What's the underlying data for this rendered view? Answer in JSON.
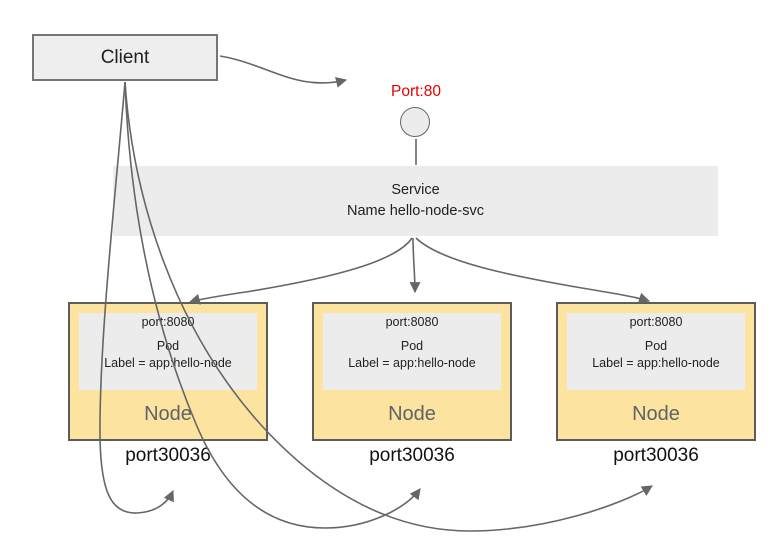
{
  "diagram": {
    "client": {
      "label": "Client"
    },
    "ingress": {
      "port_label": "Port:80"
    },
    "service": {
      "title": "Service",
      "name_line": "Name hello-node-svc"
    },
    "nodes": [
      {
        "pod_port": "port:8080",
        "pod_title": "Pod",
        "pod_label": "Label = app:hello-node",
        "node_label": "Node",
        "node_port": "port30036"
      },
      {
        "pod_port": "port:8080",
        "pod_title": "Pod",
        "pod_label": "Label = app:hello-node",
        "node_label": "Node",
        "node_port": "port30036"
      },
      {
        "pod_port": "port:8080",
        "pod_title": "Pod",
        "pod_label": "Label = app:hello-node",
        "node_label": "Node",
        "node_port": "port30036"
      }
    ],
    "colors": {
      "node_fill": "#fce4a0",
      "node_border": "#5c5c5c",
      "gray_fill": "#ececec",
      "client_fill": "#eeeeee",
      "client_border": "#757575",
      "line": "#666666",
      "port_red": "#e60000",
      "node_text": "#5f6368",
      "text": "#212121"
    }
  }
}
